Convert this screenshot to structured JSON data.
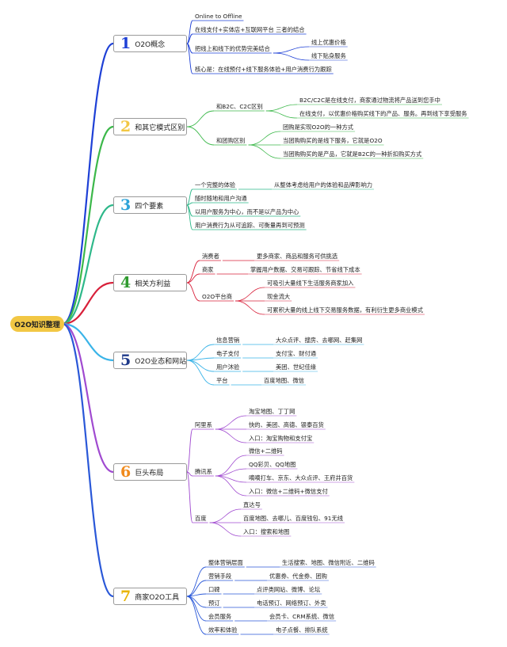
{
  "root": {
    "label": "O2O知识整理",
    "color": "#f2c744"
  },
  "branches": [
    {
      "num": "1",
      "label": "O2O概念",
      "color": "#1e40d6",
      "children": [
        {
          "label": "Online to Offline"
        },
        {
          "label": "在线支付+实体店+互联网平台 三者的结合"
        },
        {
          "label": "把线上和线下的优势完美结合",
          "children": [
            {
              "label": "线上优惠价格"
            },
            {
              "label": "线下贴身服务"
            }
          ]
        },
        {
          "label": "核心是：在线预付+线下服务体验+用户消费行为跟踪"
        }
      ]
    },
    {
      "num": "2",
      "label": "和其它模式区别",
      "color": "#f2c744",
      "children": [
        {
          "label": "和B2C、C2C区别",
          "children": [
            {
              "label": "B2C/C2C是在线支付，商家通过物流将产品送到您手中"
            },
            {
              "label": "在线支付，以优惠价格购买线下的产品、服务。再到线下享受服务"
            }
          ]
        },
        {
          "label": "和团购区别",
          "children": [
            {
              "label": "团购是实现O2O的一种方式"
            },
            {
              "label": "当团购购买的是线下服务，它就是O2O"
            },
            {
              "label": "当团购购买的是产品，它就是B2C的一种折扣购买方式"
            }
          ]
        }
      ]
    },
    {
      "num": "3",
      "label": "四个要素",
      "color": "#2ea3d8",
      "children": [
        {
          "label": "一个完整的体验",
          "children": [
            {
              "label": "从整体考虑给用户的体验和品牌影响力"
            }
          ]
        },
        {
          "label": "随时随地和用户沟通"
        },
        {
          "label": "以用户服务为中心，而不是以产品为中心"
        },
        {
          "label": "用户消费行为从可追踪、可衡量再到可预测"
        }
      ]
    },
    {
      "num": "4",
      "label": "相关方利益",
      "color": "#2e9a2e",
      "children": [
        {
          "label": "消费者",
          "children": [
            {
              "label": "更多商家、商品和服务可供挑选"
            }
          ]
        },
        {
          "label": "商家",
          "children": [
            {
              "label": "掌握用户数据、交易可跟踪、节省线下成本"
            }
          ]
        },
        {
          "label": "O2O平台商",
          "children": [
            {
              "label": "可吸引大量线下生活服务商家加入"
            },
            {
              "label": "现金流大"
            },
            {
              "label": "可累积大量的线上线下交易服务数据，有利衍生更多商业模式"
            }
          ]
        }
      ]
    },
    {
      "num": "5",
      "label": "O2O业态和网站",
      "color": "#1e3a8a",
      "children": [
        {
          "label": "信息营销",
          "children": [
            {
              "label": "大众点评、搜房、去哪网、赶集网"
            }
          ]
        },
        {
          "label": "电子支付",
          "children": [
            {
              "label": "支付宝、财付通"
            }
          ]
        },
        {
          "label": "用户沐验",
          "children": [
            {
              "label": "美团、世纪佳缘"
            }
          ]
        },
        {
          "label": "平台",
          "children": [
            {
              "label": "百度地图、微信"
            }
          ]
        }
      ]
    },
    {
      "num": "6",
      "label": "巨头布局",
      "color": "#f08a1c",
      "children": [
        {
          "label": "阿里系",
          "children": [
            {
              "label": "淘宝地图、丁丁网"
            },
            {
              "label": "快的、美团、高德、银泰百货"
            },
            {
              "label": "入口：淘宝购物和支付宝"
            }
          ]
        },
        {
          "label": "腾讯系",
          "children": [
            {
              "label": "微信+二维码"
            },
            {
              "label": "QQ彩贝、QQ地图"
            },
            {
              "label": "嘀嘀打车、京东、大众点评、王府井百货"
            },
            {
              "label": "入口：微信+二维码+微信支付"
            }
          ]
        },
        {
          "label": "百度",
          "children": [
            {
              "label": "直达号"
            },
            {
              "label": "百度地图、去哪儿、百度钱包、91无线"
            },
            {
              "label": "入口：搜索和地图"
            }
          ]
        }
      ]
    },
    {
      "num": "7",
      "label": "商家O2O工具",
      "color": "#e8b400",
      "children": [
        {
          "label": "整体营销层面",
          "children": [
            {
              "label": "生活搜索、地图、微信附近、二维码"
            }
          ]
        },
        {
          "label": "营销手段",
          "children": [
            {
              "label": "优惠券、代金券、团购"
            }
          ]
        },
        {
          "label": "口碑",
          "children": [
            {
              "label": "点评类网站、微博、论坛"
            }
          ]
        },
        {
          "label": "预订",
          "children": [
            {
              "label": "电话预订、网络预订、外卖"
            }
          ]
        },
        {
          "label": "会员服务",
          "children": [
            {
              "label": "会员卡、CRM系统、微信"
            }
          ]
        },
        {
          "label": "效率和体验",
          "children": [
            {
              "label": "电子点餐、排队系统"
            }
          ]
        }
      ]
    }
  ],
  "branch_line_colors": [
    "#1e40d6",
    "#3cb84a",
    "#2eb88a",
    "#d8203a",
    "#3ab4e8",
    "#a04ad0",
    "#2a58d8"
  ]
}
